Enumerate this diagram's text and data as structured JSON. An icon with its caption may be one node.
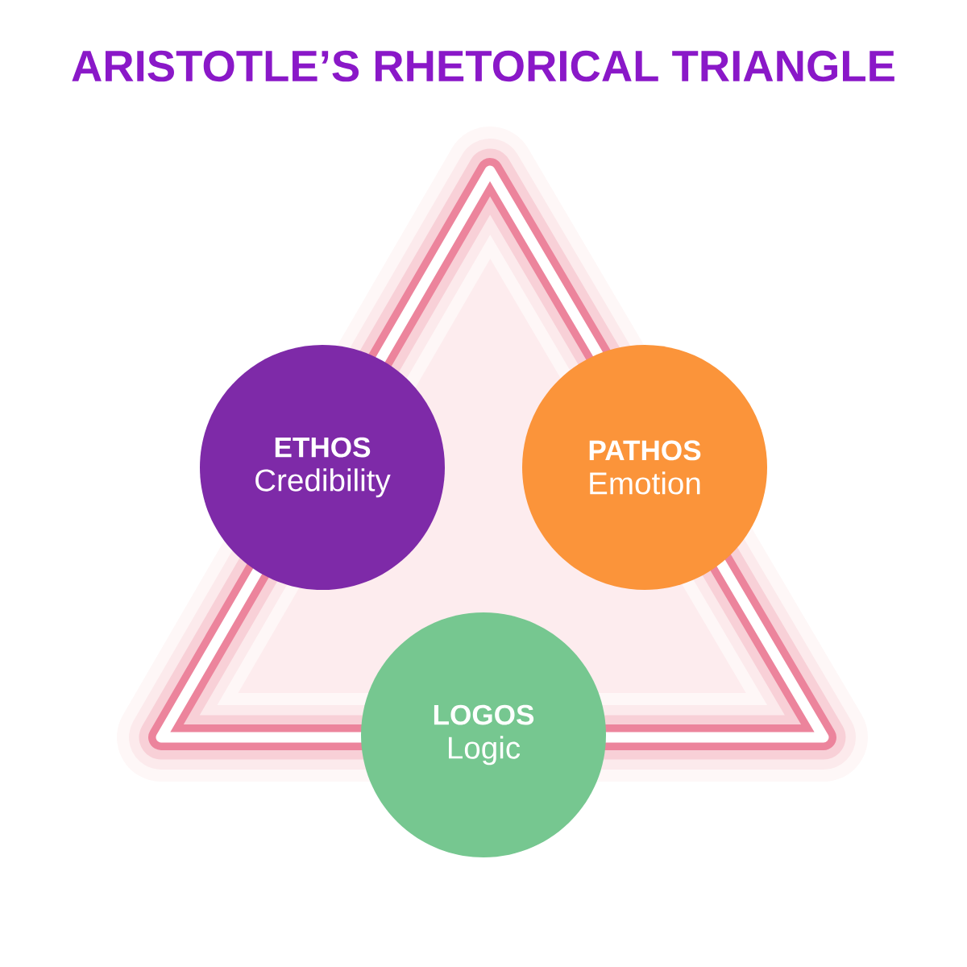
{
  "diagram": {
    "title": "ARISTOTLE’S RHETORICAL TRIANGLE",
    "nodes": [
      {
        "text": [
          "ETHOS",
          "Credibility"
        ]
      },
      {
        "text": [
          "PATHOS",
          "Emotion"
        ]
      },
      {
        "text": [
          "LOGOS",
          "Logic"
        ]
      }
    ]
  }
}
